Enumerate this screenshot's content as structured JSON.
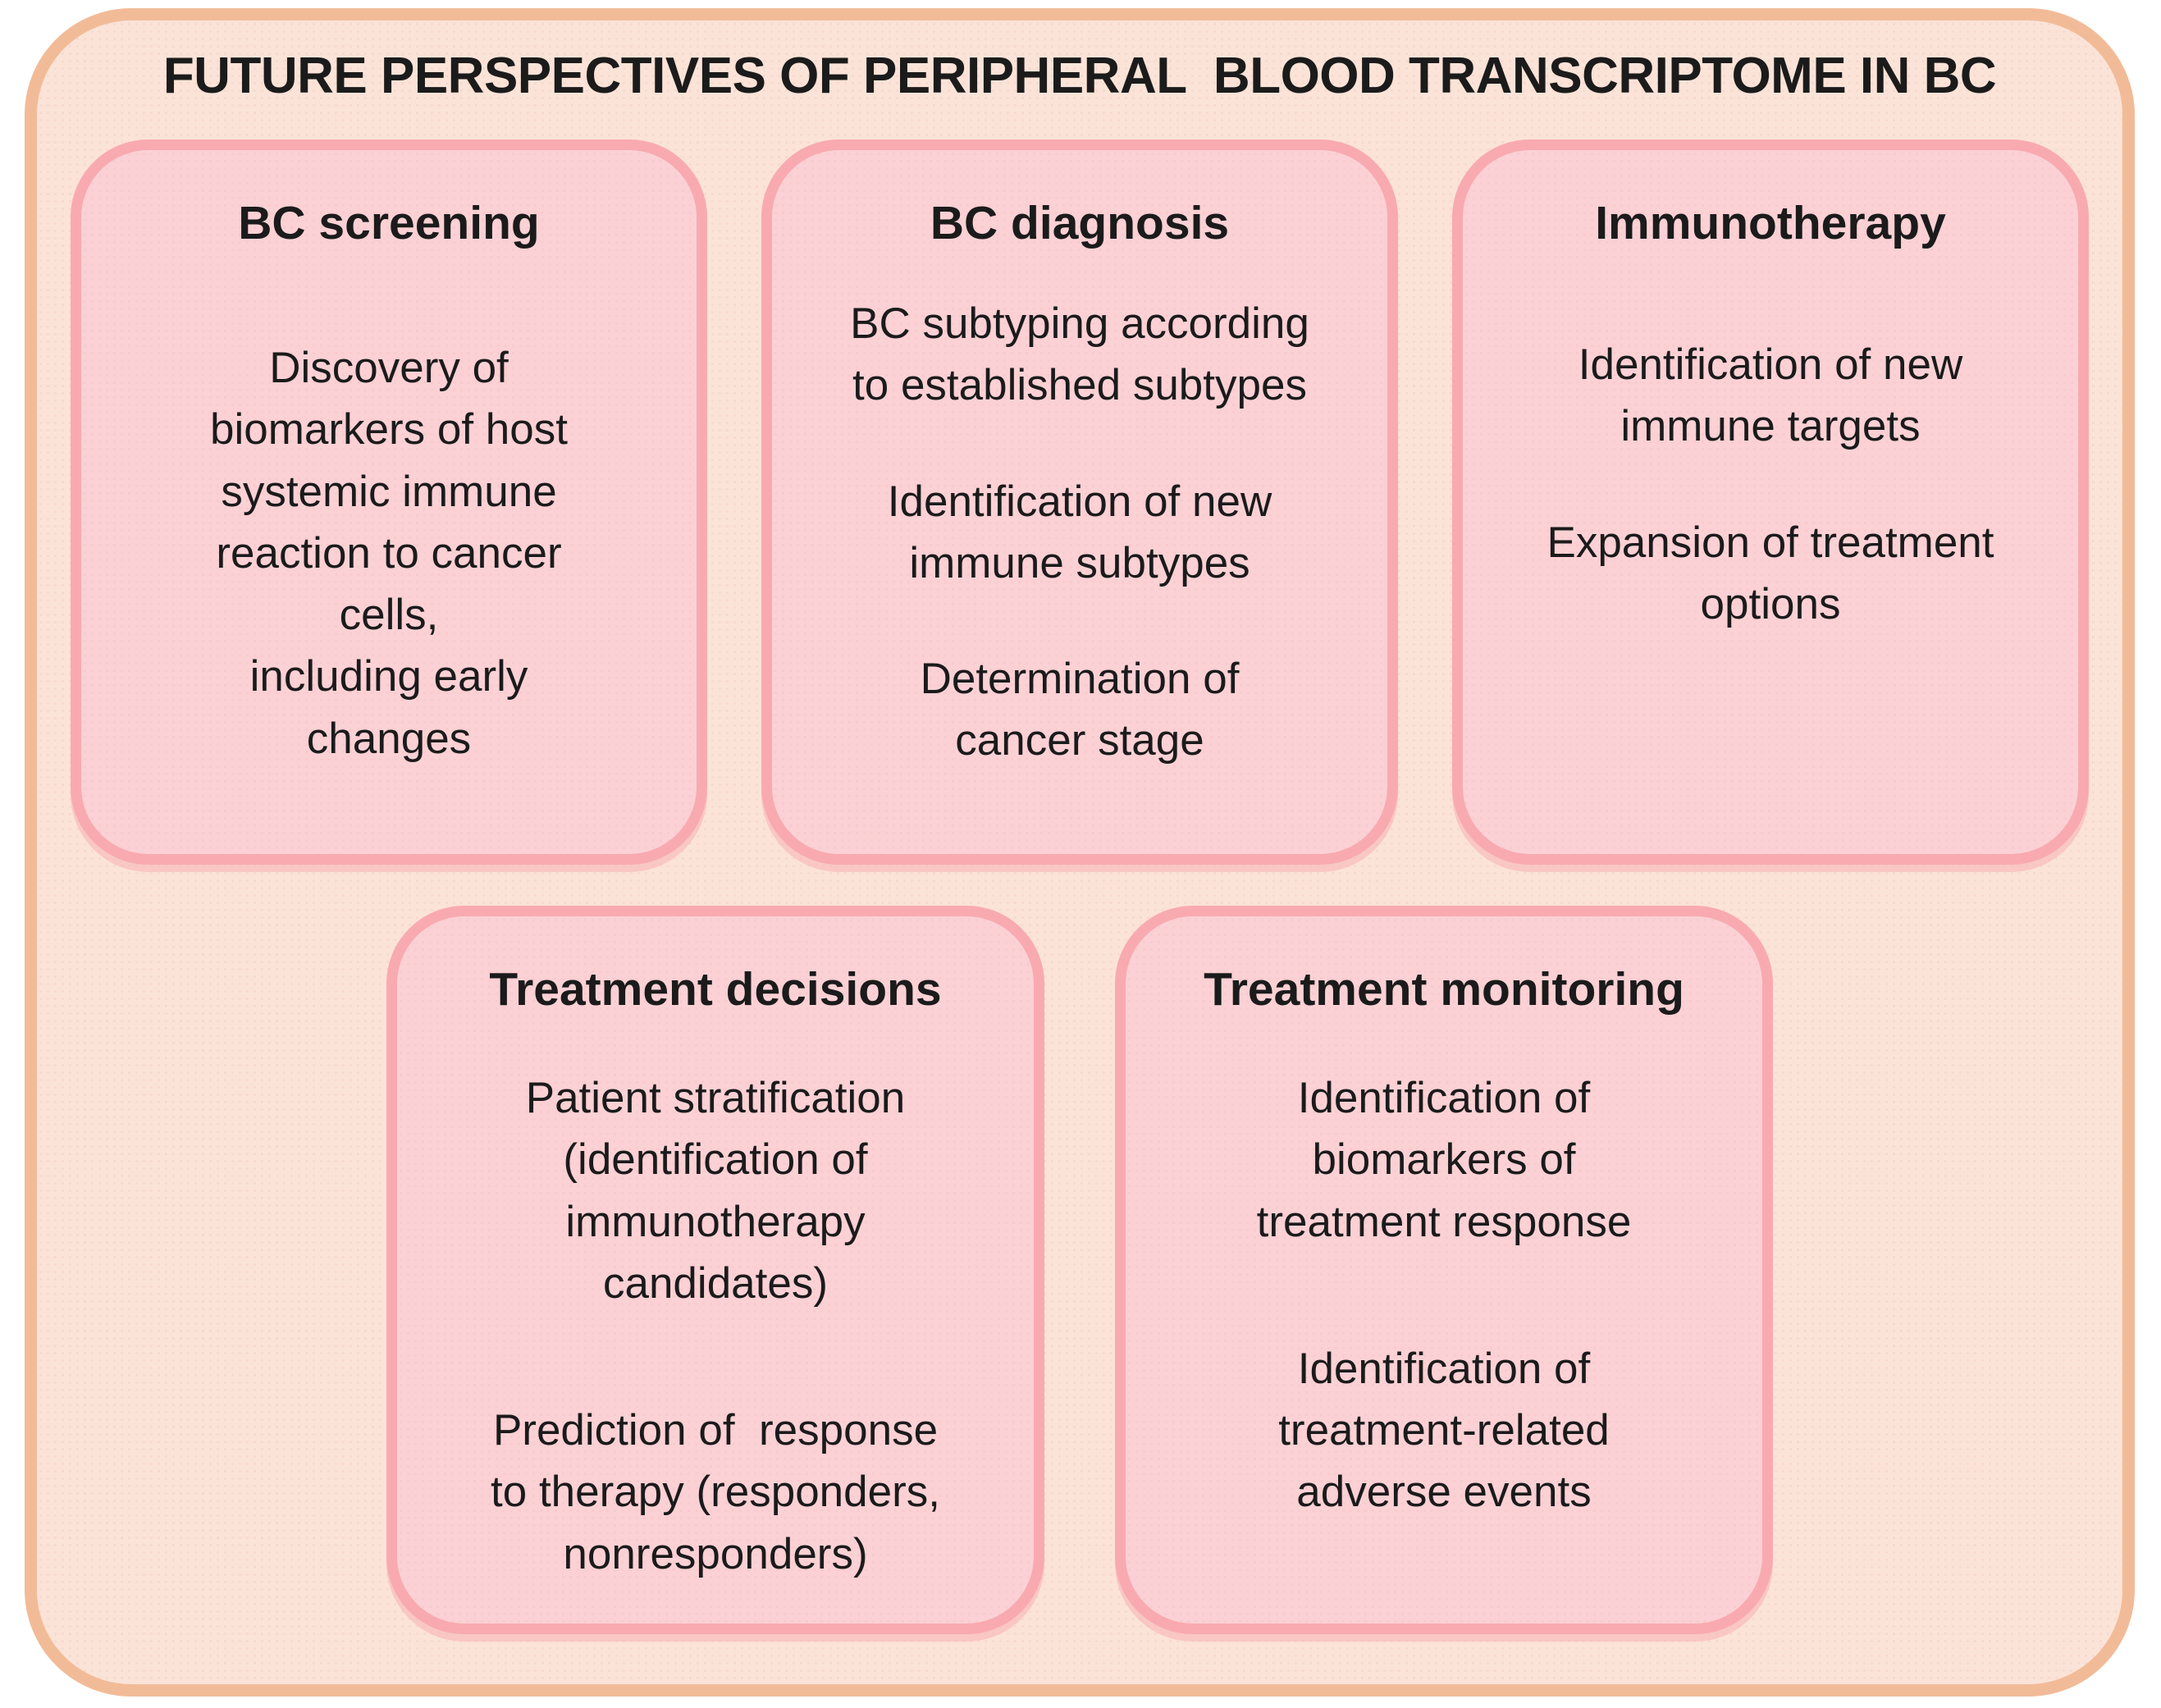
{
  "title": "FUTURE PERSPECTIVES OF PERIPHERAL  BLOOD TRANSCRIPTOME IN BC",
  "colors": {
    "page-bg": "#ffffff",
    "panel-fill": "#fbe3d8",
    "panel-border": "#f2bb98",
    "card-fill": "#fbd1d5",
    "card-border": "#f8aab0",
    "text": "#1b1b1b"
  },
  "boxes": [
    {
      "title": "BC screening",
      "paragraphs": [
        "Discovery of\nbiomarkers of host\nsystemic immune\nreaction to cancer\ncells,\nincluding early\nchanges"
      ]
    },
    {
      "title": "BC diagnosis",
      "paragraphs": [
        "BC subtyping according\nto established subtypes",
        "Identification of new\nimmune subtypes",
        "Determination of\ncancer stage"
      ]
    },
    {
      "title": "Immunotherapy",
      "paragraphs": [
        "Identification of new\nimmune targets",
        "Expansion of treatment\noptions"
      ]
    },
    {
      "title": "Treatment decisions",
      "paragraphs": [
        "Patient stratification\n(identification of\nimmunotherapy\ncandidates)",
        "Prediction of  response\nto therapy (responders,\nnonresponders)"
      ]
    },
    {
      "title": "Treatment monitoring",
      "paragraphs": [
        "Identification of\nbiomarkers of\ntreatment response",
        "Identification of\ntreatment-related\nadverse events"
      ]
    }
  ]
}
